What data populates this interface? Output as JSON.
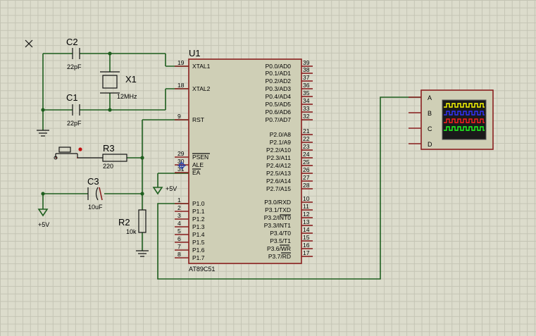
{
  "components": {
    "c2": {
      "ref": "C2",
      "value": "22pF"
    },
    "c1": {
      "ref": "C1",
      "value": "22pF"
    },
    "x1": {
      "ref": "X1",
      "value": "12MHz"
    },
    "r3": {
      "ref": "R3",
      "value": "220"
    },
    "c3": {
      "ref": "C3",
      "value": "10uF"
    },
    "r2": {
      "ref": "R2",
      "value": "10k"
    },
    "vcc_left": "+5V",
    "vcc_mid": "+5V"
  },
  "chip": {
    "ref": "U1",
    "part": "AT89C51",
    "left_pins": [
      {
        "num": "19",
        "name": "XTAL1"
      },
      {
        "num": "18",
        "name": "XTAL2"
      },
      {
        "num": "9",
        "name": "RST"
      },
      {
        "num": "29",
        "name": "PSEN"
      },
      {
        "num": "30",
        "name": "ALE"
      },
      {
        "num": "31",
        "name": "EA"
      },
      {
        "num": "1",
        "name": "P1.0"
      },
      {
        "num": "2",
        "name": "P1.1"
      },
      {
        "num": "3",
        "name": "P1.2"
      },
      {
        "num": "4",
        "name": "P1.3"
      },
      {
        "num": "5",
        "name": "P1.4"
      },
      {
        "num": "6",
        "name": "P1.5"
      },
      {
        "num": "7",
        "name": "P1.6"
      },
      {
        "num": "8",
        "name": "P1.7"
      }
    ],
    "right_pins": [
      {
        "num": "39",
        "name": "P0.0/AD0"
      },
      {
        "num": "38",
        "name": "P0.1/AD1"
      },
      {
        "num": "37",
        "name": "P0.2/AD2"
      },
      {
        "num": "36",
        "name": "P0.3/AD3"
      },
      {
        "num": "35",
        "name": "P0.4/AD4"
      },
      {
        "num": "34",
        "name": "P0.5/AD5"
      },
      {
        "num": "33",
        "name": "P0.6/AD6"
      },
      {
        "num": "32",
        "name": "P0.7/AD7"
      },
      {
        "num": "21",
        "name": "P2.0/A8"
      },
      {
        "num": "22",
        "name": "P2.1/A9"
      },
      {
        "num": "23",
        "name": "P2.2/A10"
      },
      {
        "num": "24",
        "name": "P2.3/A11"
      },
      {
        "num": "25",
        "name": "P2.4/A12"
      },
      {
        "num": "26",
        "name": "P2.5/A13"
      },
      {
        "num": "27",
        "name": "P2.6/A14"
      },
      {
        "num": "28",
        "name": "P2.7/A15"
      },
      {
        "num": "10",
        "name": "P3.0/RXD"
      },
      {
        "num": "11",
        "name": "P3.1/TXD"
      },
      {
        "num": "12",
        "name": "P3.2/INT0"
      },
      {
        "num": "13",
        "name": "P3.3/INT1"
      },
      {
        "num": "14",
        "name": "P3.4/T0"
      },
      {
        "num": "15",
        "name": "P3.5/T1"
      },
      {
        "num": "16",
        "name": "P3.6/WR"
      },
      {
        "num": "17",
        "name": "P3.7/RD"
      }
    ]
  },
  "scope": {
    "channels": [
      "A",
      "B",
      "C",
      "D"
    ],
    "trace_colors": [
      "#ffff00",
      "#3333ff",
      "#ff2020",
      "#20ff20"
    ]
  },
  "colors": {
    "wire": "#1f5f1f",
    "component": "#8a1f1f",
    "chip_fill": "#cfcfb6",
    "scope_screen": "#1a1a1a"
  }
}
